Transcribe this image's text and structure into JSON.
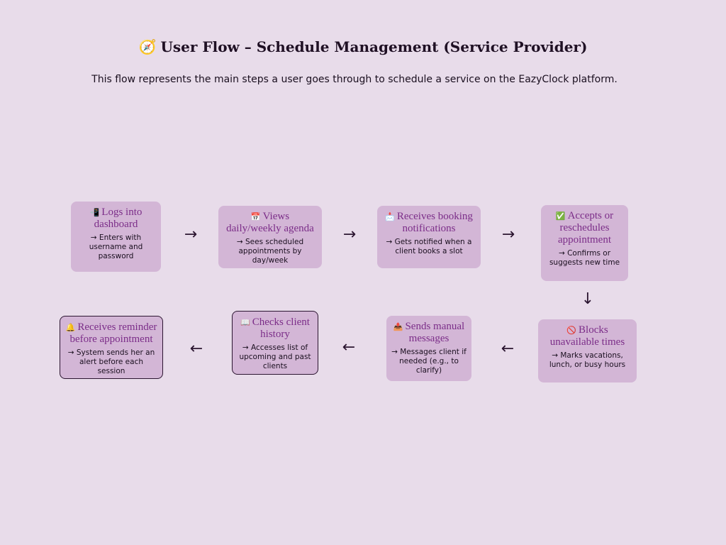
{
  "header": {
    "icon": "🧭",
    "title": "User Flow – Schedule Management (Service Provider)",
    "subtitle": "This flow represents the main steps a user goes through to schedule a service on the EazyClock platform."
  },
  "nodes": [
    {
      "icon": "📲",
      "title": "Logs into dashboard",
      "desc": "→ Enters with username and password"
    },
    {
      "icon": "📅",
      "title": "Views daily/weekly agenda",
      "desc": "→ Sees scheduled appointments by day/week"
    },
    {
      "icon": "📩",
      "title": "Receives booking notifications",
      "desc": "→ Gets notified when a client books a slot"
    },
    {
      "icon": "✅",
      "title": "Accepts or reschedules appointment",
      "desc": "→ Confirms or suggests new time"
    },
    {
      "icon": "🚫",
      "title": "Blocks unavailable times",
      "desc": "→ Marks vacations, lunch, or busy hours"
    },
    {
      "icon": "📤",
      "title": "Sends manual messages",
      "desc": "→ Messages client if needed (e.g., to clarify)"
    },
    {
      "icon": "📖",
      "title": "Checks client history",
      "desc": "→ Accesses list of upcoming and past clients"
    },
    {
      "icon": "🔔",
      "title": "Receives reminder before appointment",
      "desc": "→ System sends her an alert before each session"
    }
  ],
  "arrows": {
    "right": "→",
    "down": "↓",
    "left": "←"
  }
}
